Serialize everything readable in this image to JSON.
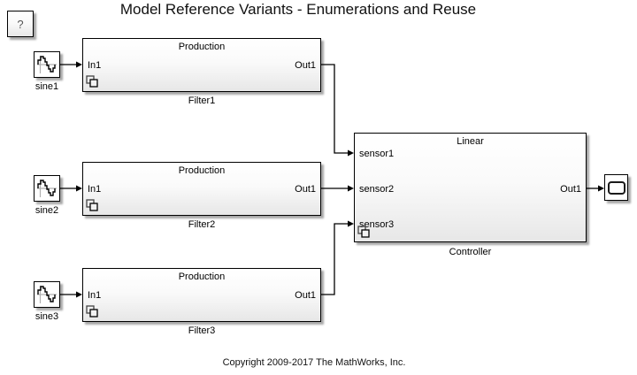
{
  "title": "Model Reference Variants - Enumerations and Reuse",
  "help_block": {
    "label": "?"
  },
  "sine_sources": [
    {
      "label": "sine1"
    },
    {
      "label": "sine2"
    },
    {
      "label": "sine3"
    }
  ],
  "filter_blocks": [
    {
      "variant_label": "Production",
      "in_port": "In1",
      "out_port": "Out1",
      "name": "Filter1"
    },
    {
      "variant_label": "Production",
      "in_port": "In1",
      "out_port": "Out1",
      "name": "Filter2"
    },
    {
      "variant_label": "Production",
      "in_port": "In1",
      "out_port": "Out1",
      "name": "Filter3"
    }
  ],
  "controller_block": {
    "variant_label": "Linear",
    "in_ports": [
      "sensor1",
      "sensor2",
      "sensor3"
    ],
    "out_port": "Out1",
    "name": "Controller"
  },
  "scope_block": {
    "icon": "scope-display-icon"
  },
  "footer": {
    "copyright": "Copyright 2009-2017 The MathWorks, Inc."
  },
  "colors": {
    "background": "#ffffff",
    "block_border": "#000000",
    "block_fill_top": "#ffffff",
    "block_fill_bottom": "#e7e7e7",
    "signal_line": "#000000",
    "shadow": "rgba(0,0,0,0.35)",
    "sine_axis": "#b0b0b0"
  }
}
